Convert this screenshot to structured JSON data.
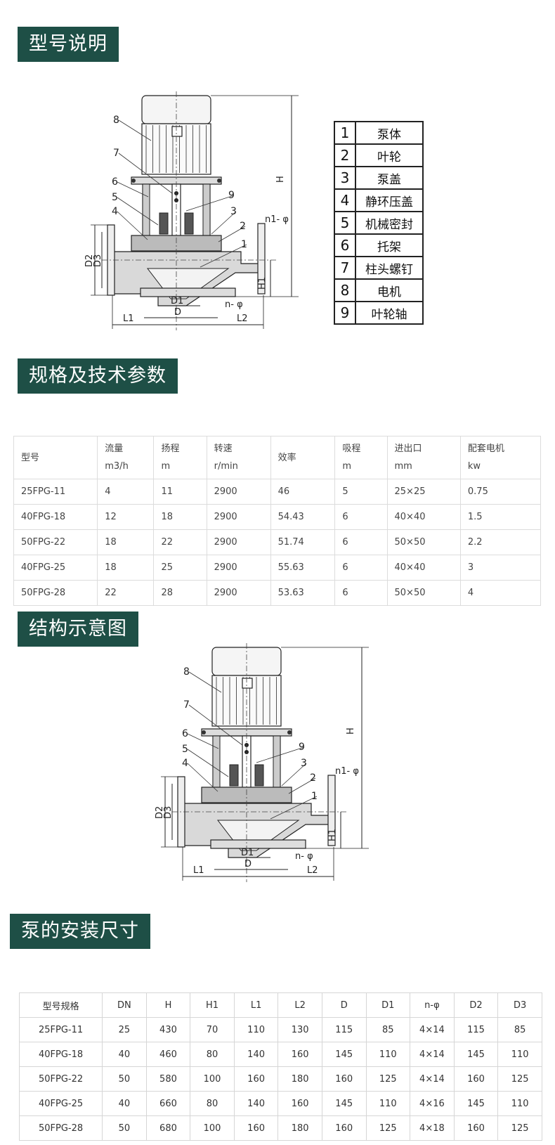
{
  "sections": {
    "model_desc": "型号说明",
    "specs": "规格及技术参数",
    "structure": "结构示意图",
    "install": "泵的安装尺寸"
  },
  "diagram_labels": {
    "callouts": [
      "1",
      "2",
      "3",
      "4",
      "5",
      "6",
      "7",
      "8",
      "9"
    ],
    "H": "H",
    "H1": "H1",
    "D": "D",
    "D1": "D1",
    "D2": "D2",
    "D3": "D3",
    "L1": "L1",
    "L2": "L2",
    "n1_phi": "n1- φ",
    "n_phi": "n- φ"
  },
  "parts_legend": [
    {
      "num": "1",
      "name": "泵体"
    },
    {
      "num": "2",
      "name": "叶轮"
    },
    {
      "num": "3",
      "name": "泵盖"
    },
    {
      "num": "4",
      "name": "静环压盖"
    },
    {
      "num": "5",
      "name": "机械密封"
    },
    {
      "num": "6",
      "name": "托架"
    },
    {
      "num": "7",
      "name": "柱头螺钉"
    },
    {
      "num": "8",
      "name": "电机"
    },
    {
      "num": "9",
      "name": "叶轮轴"
    }
  ],
  "spec_table": {
    "headers": [
      [
        "型号",
        ""
      ],
      [
        "流量",
        "m3/h"
      ],
      [
        "扬程",
        "m"
      ],
      [
        "转速",
        "r/min"
      ],
      [
        "效率",
        ""
      ],
      [
        "吸程",
        "m"
      ],
      [
        "进出口",
        "mm"
      ],
      [
        "配套电机",
        "kw"
      ]
    ],
    "rows": [
      [
        "25FPG-11",
        "4",
        "11",
        "2900",
        "46",
        "5",
        "25×25",
        "0.75"
      ],
      [
        "40FPG-18",
        "12",
        "18",
        "2900",
        "54.43",
        "6",
        "40×40",
        "1.5"
      ],
      [
        "50FPG-22",
        "18",
        "22",
        "2900",
        "51.74",
        "6",
        "50×50",
        "2.2"
      ],
      [
        "40FPG-25",
        "18",
        "25",
        "2900",
        "55.63",
        "6",
        "40×40",
        "3"
      ],
      [
        "50FPG-28",
        "22",
        "28",
        "2900",
        "53.63",
        "6",
        "50×50",
        "4"
      ]
    ]
  },
  "install_table": {
    "headers": [
      "型号规格",
      "DN",
      "H",
      "H1",
      "L1",
      "L2",
      "D",
      "D1",
      "n-φ",
      "D2",
      "D3"
    ],
    "rows": [
      [
        "25FPG-11",
        "25",
        "430",
        "70",
        "110",
        "130",
        "115",
        "85",
        "4×14",
        "115",
        "85"
      ],
      [
        "40FPG-18",
        "40",
        "460",
        "80",
        "140",
        "160",
        "145",
        "110",
        "4×14",
        "145",
        "110"
      ],
      [
        "50FPG-22",
        "50",
        "580",
        "100",
        "160",
        "180",
        "160",
        "125",
        "4×14",
        "160",
        "125"
      ],
      [
        "40FPG-25",
        "40",
        "660",
        "80",
        "140",
        "160",
        "145",
        "110",
        "4×16",
        "145",
        "110"
      ],
      [
        "50FPG-28",
        "50",
        "680",
        "100",
        "160",
        "180",
        "160",
        "125",
        "4×18",
        "160",
        "125"
      ]
    ]
  }
}
